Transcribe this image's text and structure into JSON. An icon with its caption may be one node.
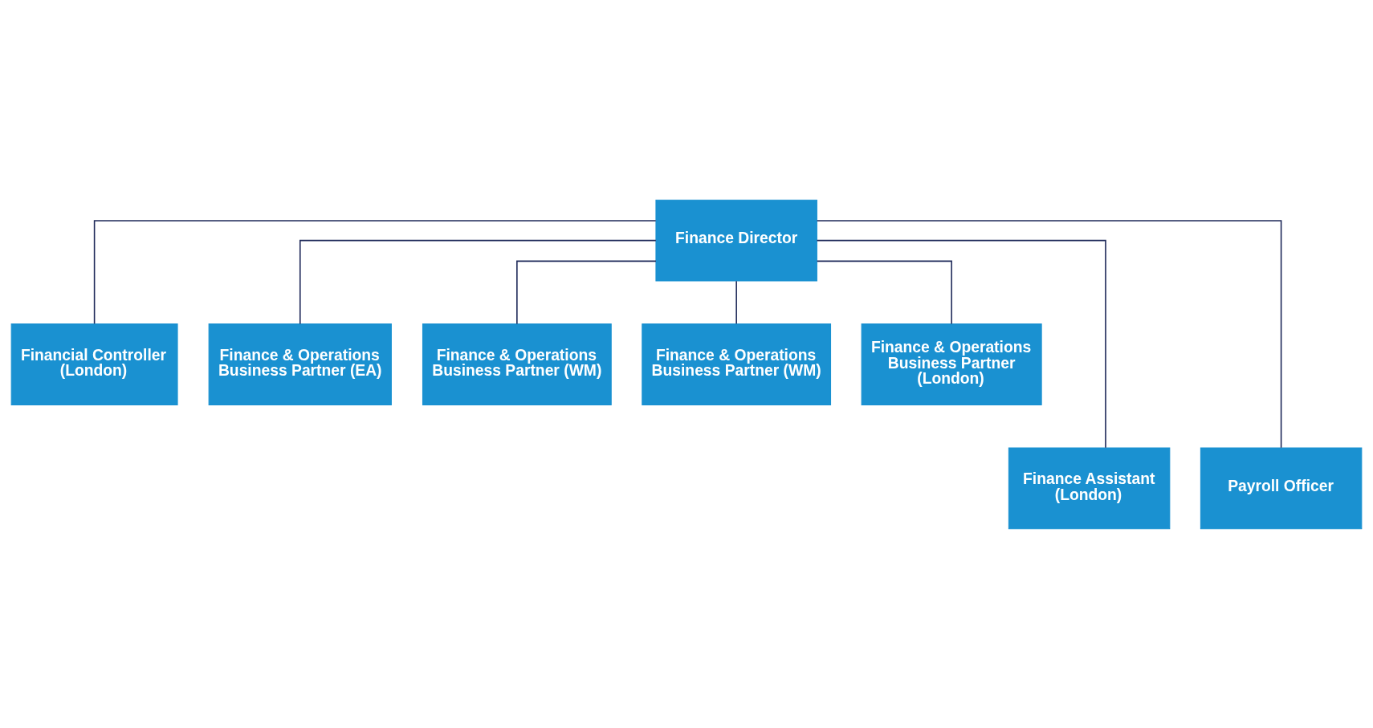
{
  "diagram": {
    "nodes": [
      {
        "text": [
          "Finance Director"
        ]
      },
      {
        "text": [
          "Financial Controller (London)"
        ]
      },
      {
        "text": [
          "Finance & Operations Business Partner (EA)"
        ]
      },
      {
        "text": [
          "Finance & Operations Business Partner (WM)"
        ]
      },
      {
        "text": [
          "Finance & Operations Business Partner (WM)"
        ]
      },
      {
        "text": [
          "Finance & Operations Business Partner (London)"
        ]
      },
      {
        "text": [
          "Finance Assistant (London)"
        ]
      },
      {
        "text": [
          "Payroll Officer"
        ]
      }
    ],
    "edges": [
      {
        "from": 0,
        "to": 1,
        "arrow": "none"
      },
      {
        "from": 0,
        "to": 2,
        "arrow": "none"
      },
      {
        "from": 0,
        "to": 3,
        "arrow": "none"
      },
      {
        "from": 0,
        "to": 4,
        "arrow": "none"
      },
      {
        "from": 0,
        "to": 5,
        "arrow": "none"
      },
      {
        "from": 0,
        "to": 6,
        "arrow": "none"
      },
      {
        "from": 0,
        "to": 7,
        "arrow": "none"
      }
    ]
  }
}
